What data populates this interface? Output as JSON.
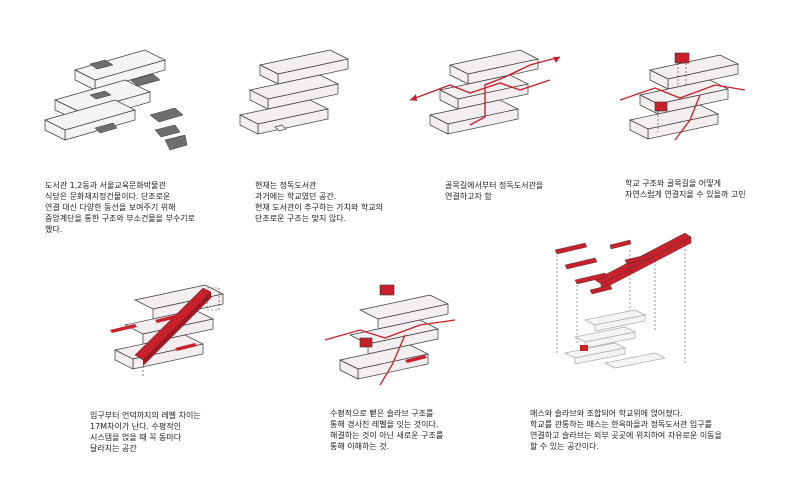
{
  "colors": {
    "accent": "#c9212b",
    "block_fill": "#f3eef0",
    "block_stroke": "#3a3a3a",
    "text": "#222222"
  },
  "panels": [
    {
      "id": "p1",
      "caption": [
        "도서관 1,2동과 서울교육문화박물관",
        "식당은 문화재지정건물이다. 단조로운",
        "연결 대신 다양한 동선을 보여주기 위해",
        "중앙계단을 통한 구조와 부소건물을 부수기로",
        "했다."
      ]
    },
    {
      "id": "p2",
      "caption": [
        "현재는 정독도서관",
        "과거에는 학교였던 공간.",
        "현재 도서관이 추구하는 가치와 학교의",
        "단조로운 구조는 맞지 않다."
      ]
    },
    {
      "id": "p3",
      "caption": [
        "골목길에서부터 정독도서관을",
        "연결하고자 함"
      ]
    },
    {
      "id": "p4",
      "caption": [
        "학교 구조와 골목길을 어떻게",
        "자연스럽게 연결지을 수 있을까 고민"
      ]
    },
    {
      "id": "p5",
      "caption": [
        "입구부터 언덕까지의 레벨 차이는",
        "17M차이가 난다. 수평적인",
        "시스템을 얹을 때 꼭 동마다",
        "달라지는 공간"
      ]
    },
    {
      "id": "p6",
      "caption": [
        "수평적으로 뻗은 슬라브 구조를",
        "통해 경사진 레벨을 잇는 것이다.",
        "해결하는 것이 아닌 새로운 구조를",
        "통해 이해하는 것."
      ]
    },
    {
      "id": "p7",
      "caption": [
        "매스와 슬라브와 조합되어 학교위에 얹어졌다.",
        "학교를 관통하는 매스는 한옥마을과 정독도서관 입구를",
        "연결하고 슬라브는 외부 곳곳에 위치하여 자유로운 이동을",
        "할 수 있는 공간이다."
      ]
    }
  ]
}
